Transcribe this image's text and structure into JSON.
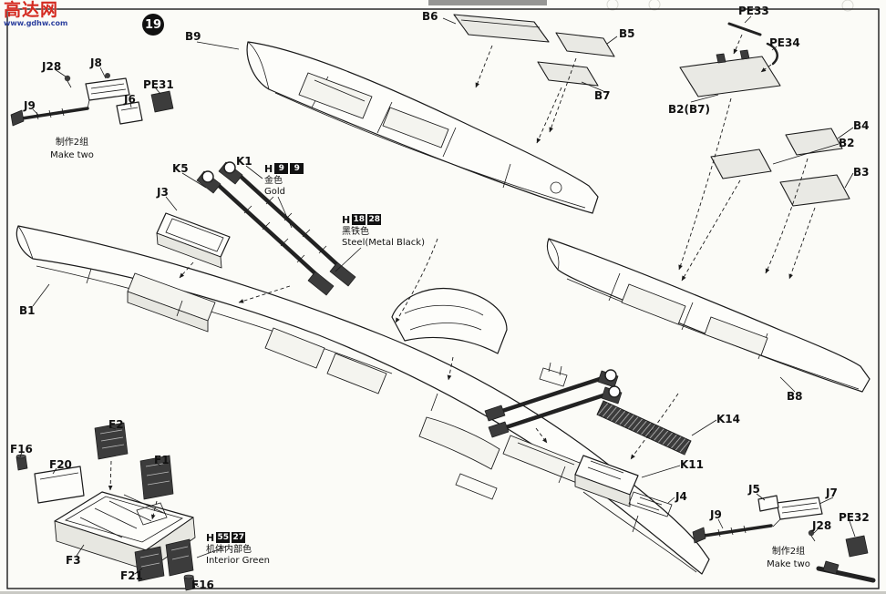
{
  "step": {
    "number": "19"
  },
  "watermark": {
    "site_name": "高达网",
    "site_url": "www.gdhw.com"
  },
  "colors": {
    "paper": "#fbfbf7",
    "ink": "#1a1a1a",
    "watermark_red": "#d42a20",
    "watermark_blue": "#2b3f9e",
    "badge_bg": "#111111",
    "badge_text": "#ffffff"
  },
  "labels": {
    "b9": "B9",
    "b6": "B6",
    "b5": "B5",
    "b7": "B7",
    "pe33": "PE33",
    "pe34": "PE34",
    "b2b7": "B2(B7)",
    "b4": "B4",
    "b2": "B2",
    "b3": "B3",
    "j28_top": "J28",
    "j8": "J8",
    "j9_top": "J9",
    "j6": "J6",
    "pe31": "PE31",
    "k5": "K5",
    "k1": "K1",
    "j3": "J3",
    "b1": "B1",
    "b8": "B8",
    "k14": "K14",
    "k11": "K11",
    "j4": "J4",
    "j5": "J5",
    "j7": "J7",
    "j9_bottom": "J9",
    "j28_bottom": "J28",
    "pe32": "PE32",
    "f2": "F2",
    "f16_left": "F16",
    "f20": "F20",
    "f1": "F1",
    "f3": "F3",
    "f21": "F21",
    "f16_bottom": "F16"
  },
  "notes": {
    "make_two_cn": "制作2组",
    "make_two_en": "Make two"
  },
  "paint_notes": {
    "gold": {
      "brand": "H",
      "code_a": "9",
      "code_b": "9",
      "name_cn": "金色",
      "name_en": "Gold"
    },
    "steel": {
      "brand": "H",
      "code_a": "18",
      "code_b": "28",
      "name_cn": "黑铁色",
      "name_en": "Steel(Metal Black)"
    },
    "interior_green": {
      "brand": "H",
      "code_a": "55",
      "code_b": "27",
      "name_cn": "机体内部色",
      "name_en": "Interior Green"
    }
  }
}
